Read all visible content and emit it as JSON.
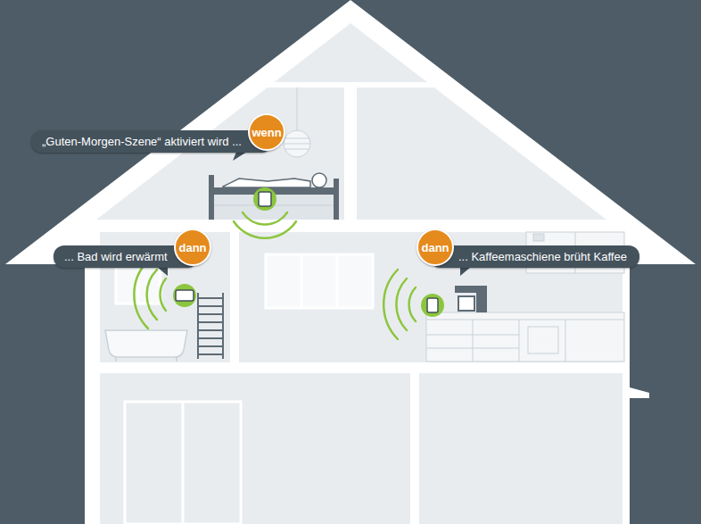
{
  "diagram": {
    "nodes": [
      {
        "text": [
          "„Guten-Morgen-Szene“ aktiviert wird ..."
        ]
      },
      {
        "text": [
          "wenn"
        ]
      },
      {
        "text": [
          "... Bad wird erwärmt"
        ]
      },
      {
        "text": [
          "dann"
        ]
      },
      {
        "text": [
          "dann"
        ]
      },
      {
        "text": [
          "... Kaffeemaschiene brüht Kaffee"
        ]
      }
    ]
  }
}
